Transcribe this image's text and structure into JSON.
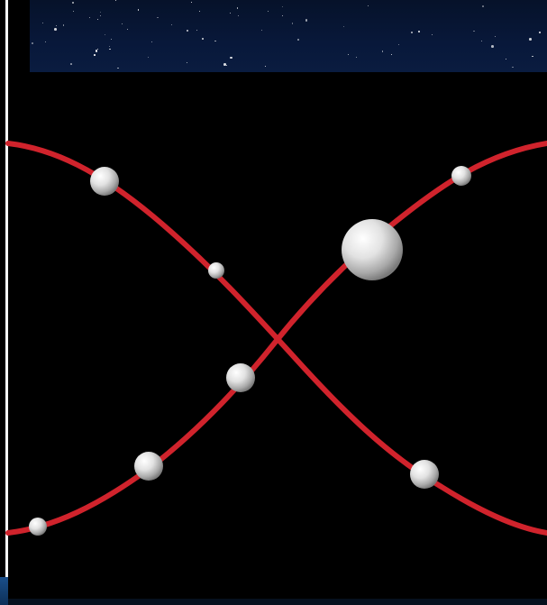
{
  "diagram": {
    "background_color": "#000000",
    "curve_color": "#d0232c",
    "ball_color": "#e8e8e8",
    "curves": [
      {
        "name": "descending-curve"
      },
      {
        "name": "ascending-curve"
      }
    ],
    "balls": [
      {
        "name": "ball-descending-1",
        "curve": "descending-curve",
        "size": "medium"
      },
      {
        "name": "ball-descending-2",
        "curve": "descending-curve",
        "size": "small"
      },
      {
        "name": "ball-descending-3",
        "curve": "descending-curve",
        "size": "medium"
      },
      {
        "name": "ball-ascending-1",
        "curve": "ascending-curve",
        "size": "small"
      },
      {
        "name": "ball-ascending-2",
        "curve": "ascending-curve",
        "size": "medium"
      },
      {
        "name": "ball-ascending-3",
        "curve": "ascending-curve",
        "size": "medium"
      },
      {
        "name": "ball-ascending-4",
        "curve": "ascending-curve",
        "size": "large"
      },
      {
        "name": "ball-ascending-5",
        "curve": "ascending-curve",
        "size": "small"
      }
    ]
  },
  "banner": {
    "type": "starfield",
    "color": "#08183a"
  }
}
